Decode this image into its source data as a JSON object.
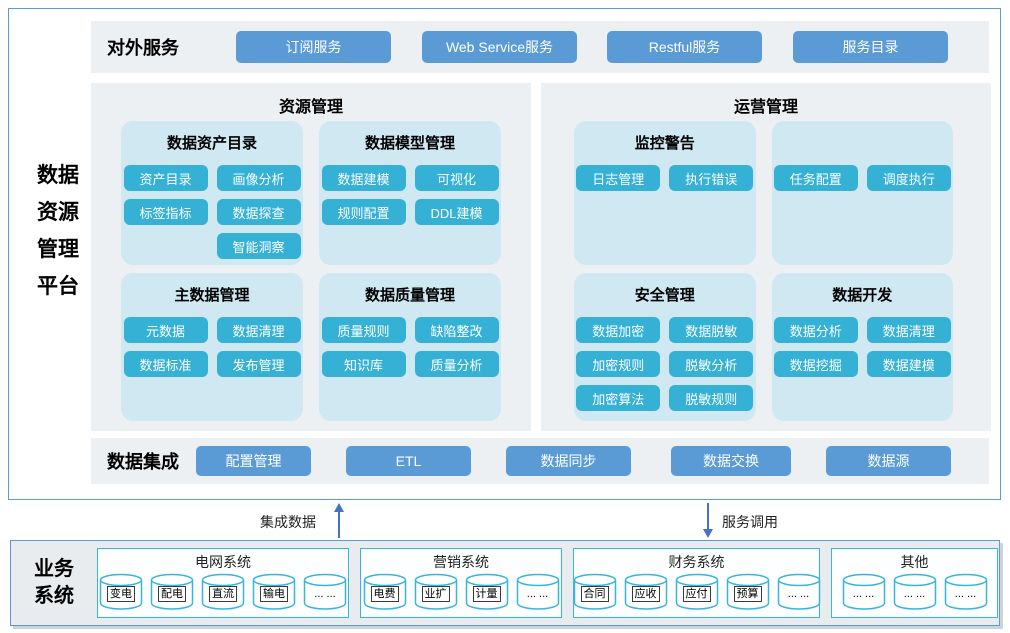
{
  "platform": {
    "title_lines": [
      "数据",
      "资源",
      "管理",
      "平台"
    ]
  },
  "external_services": {
    "label": "对外服务",
    "buttons": [
      "订阅服务",
      "Web Service服务",
      "Restful服务",
      "服务目录"
    ]
  },
  "resource_management": {
    "title": "资源管理",
    "groups": [
      {
        "title": "数据资产目录",
        "buttons": [
          "资产目录",
          "画像分析",
          "标签指标",
          "数据探查",
          "智能洞察"
        ]
      },
      {
        "title": "数据模型管理",
        "buttons": [
          "数据建模",
          "可视化",
          "规则配置",
          "DDL建模"
        ]
      },
      {
        "title": "主数据管理",
        "buttons": [
          "元数据",
          "数据清理",
          "数据标准",
          "发布管理"
        ]
      },
      {
        "title": "数据质量管理",
        "buttons": [
          "质量规则",
          "缺陷整改",
          "知识库",
          "质量分析"
        ]
      }
    ]
  },
  "operation_management": {
    "title": "运营管理",
    "groups": [
      {
        "title": "监控警告",
        "buttons": [
          "日志管理",
          "执行错误"
        ]
      },
      {
        "title": "",
        "buttons": [
          "任务配置",
          "调度执行"
        ]
      },
      {
        "title": "安全管理",
        "buttons": [
          "数据加密",
          "数据脱敏",
          "加密规则",
          "脱敏分析",
          "加密算法",
          "脱敏规则"
        ]
      },
      {
        "title": "数据开发",
        "buttons": [
          "数据分析",
          "数据清理",
          "数据挖掘",
          "数据建模"
        ]
      }
    ]
  },
  "data_integration": {
    "label": "数据集成",
    "buttons": [
      "配置管理",
      "ETL",
      "数据同步",
      "数据交换",
      "数据源"
    ]
  },
  "flows": {
    "up_label": "集成数据",
    "down_label": "服务调用"
  },
  "business_systems": {
    "label_lines": [
      "业务",
      "系统"
    ],
    "groups": [
      {
        "title": "电网系统",
        "items": [
          "变电",
          "配电",
          "直流",
          "输电",
          "... ..."
        ]
      },
      {
        "title": "营销系统",
        "items": [
          "电费",
          "业扩",
          "计量",
          "... ..."
        ]
      },
      {
        "title": "财务系统",
        "items": [
          "合同",
          "应收",
          "应付",
          "预算",
          "... ..."
        ]
      },
      {
        "title": "其他",
        "items": [
          "... ...",
          "... ...",
          "... ..."
        ]
      }
    ]
  },
  "colors": {
    "accent_blue": "#5b9bd5",
    "button_cyan": "#35b1d6",
    "subpanel_blue": "#cfe8f2",
    "bar_gray": "#edf0f3",
    "business_bg": "#e9ecef",
    "cylinder_border": "#36b6dc",
    "arrow_blue": "#4472c4"
  }
}
